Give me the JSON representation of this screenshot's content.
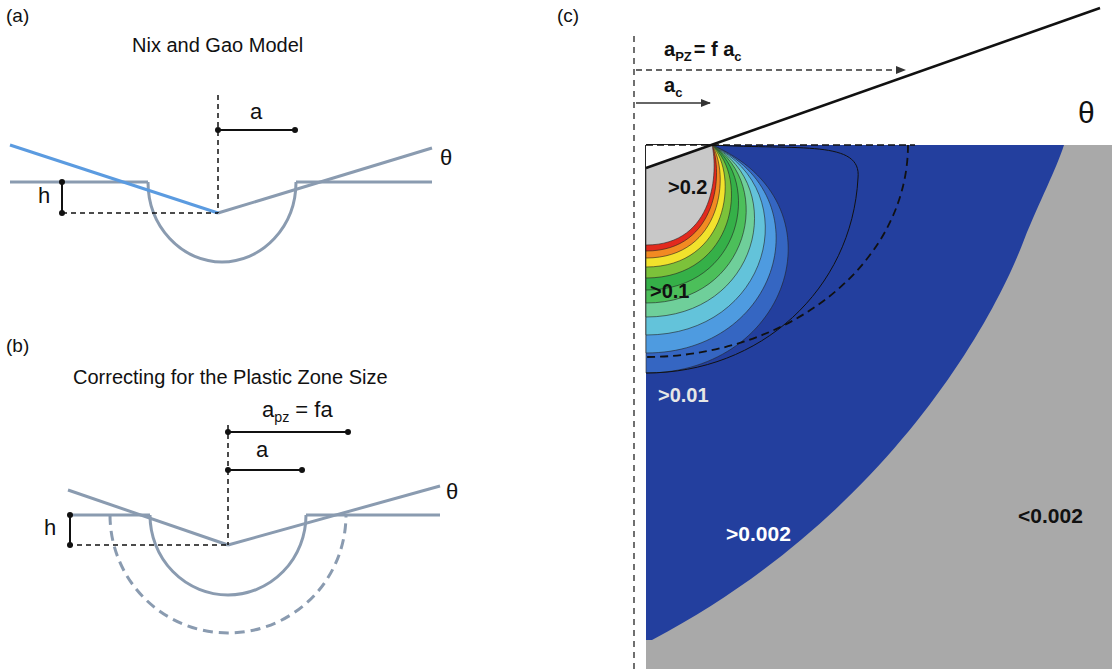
{
  "diagram": {
    "labels": [
      "(a)",
      "Nix and Gao Model",
      "a",
      "h",
      "θ",
      "(b)",
      "Correcting for the Plastic Zone Size",
      "a",
      "pz",
      "= fa",
      "a",
      "h",
      "θ",
      "(c)",
      "a",
      "PZ",
      "= f a",
      "c",
      "a",
      "c",
      "θ",
      ">0.2",
      ">0.1",
      ">0.01",
      ">0.002",
      "<0.002"
    ]
  }
}
